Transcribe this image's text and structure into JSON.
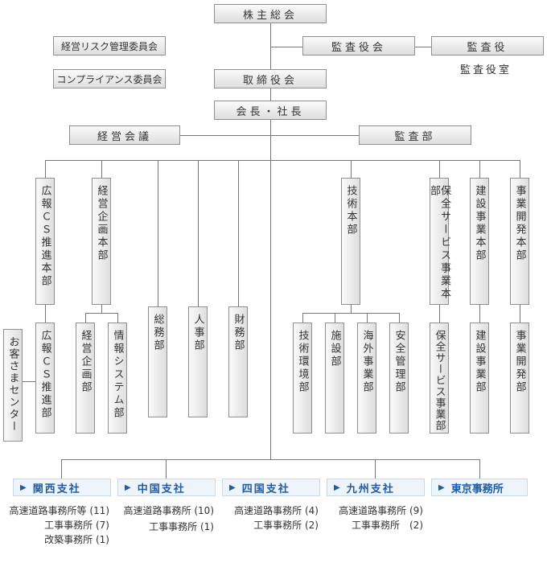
{
  "top": {
    "shareholders": "株主総会",
    "risk_committee": "経営リスク管理委員会",
    "compliance_committee": "コンプライアンス委員会",
    "board_of_auditors": "監査役会",
    "auditor": "監査役",
    "auditor_office": "監査役室",
    "board_of_directors": "取締役会",
    "chairman_president": "会長・社長",
    "management_meeting": "経営会議",
    "audit_department": "監査部"
  },
  "divisions": [
    {
      "label": "広報ＣＳ推進本部",
      "sub": [
        "広報ＣＳ推進部"
      ]
    },
    {
      "label": "経営企画本部",
      "sub": [
        "経営企画部",
        "情報システム部"
      ]
    },
    {
      "label": "総務部"
    },
    {
      "label": "人事部"
    },
    {
      "label": "財務部"
    },
    {
      "label": "技術本部",
      "sub": [
        "技術環境部",
        "施設部",
        "海外事業部",
        "安全管理部"
      ]
    },
    {
      "label": "保全サービス事業本部",
      "sub": [
        "保全サービス事業部"
      ]
    },
    {
      "label": "建設事業本部",
      "sub": [
        "建設事業部"
      ]
    },
    {
      "label": "事業開発本部",
      "sub": [
        "事業開発部"
      ]
    }
  ],
  "customer_center": "お客さまセンター",
  "branches": [
    {
      "name": "関西支社",
      "offices": [
        "高速道路事務所等 (11)",
        "工事事務所 (7)",
        "改築事務所 (1)"
      ]
    },
    {
      "name": "中国支社",
      "offices": [
        "高速道路事務所 (10)",
        "工事事務所 (1)"
      ]
    },
    {
      "name": "四国支社",
      "offices": [
        "高速道路事務所 (4)",
        "工事事務所 (2)"
      ]
    },
    {
      "name": "九州支社",
      "offices": [
        "高速道路事務所 (9)",
        "工事事務所　(2)"
      ]
    },
    {
      "name": "東京事務所",
      "offices": []
    }
  ],
  "icons": {
    "branch_marker": "triangle-right-icon"
  }
}
